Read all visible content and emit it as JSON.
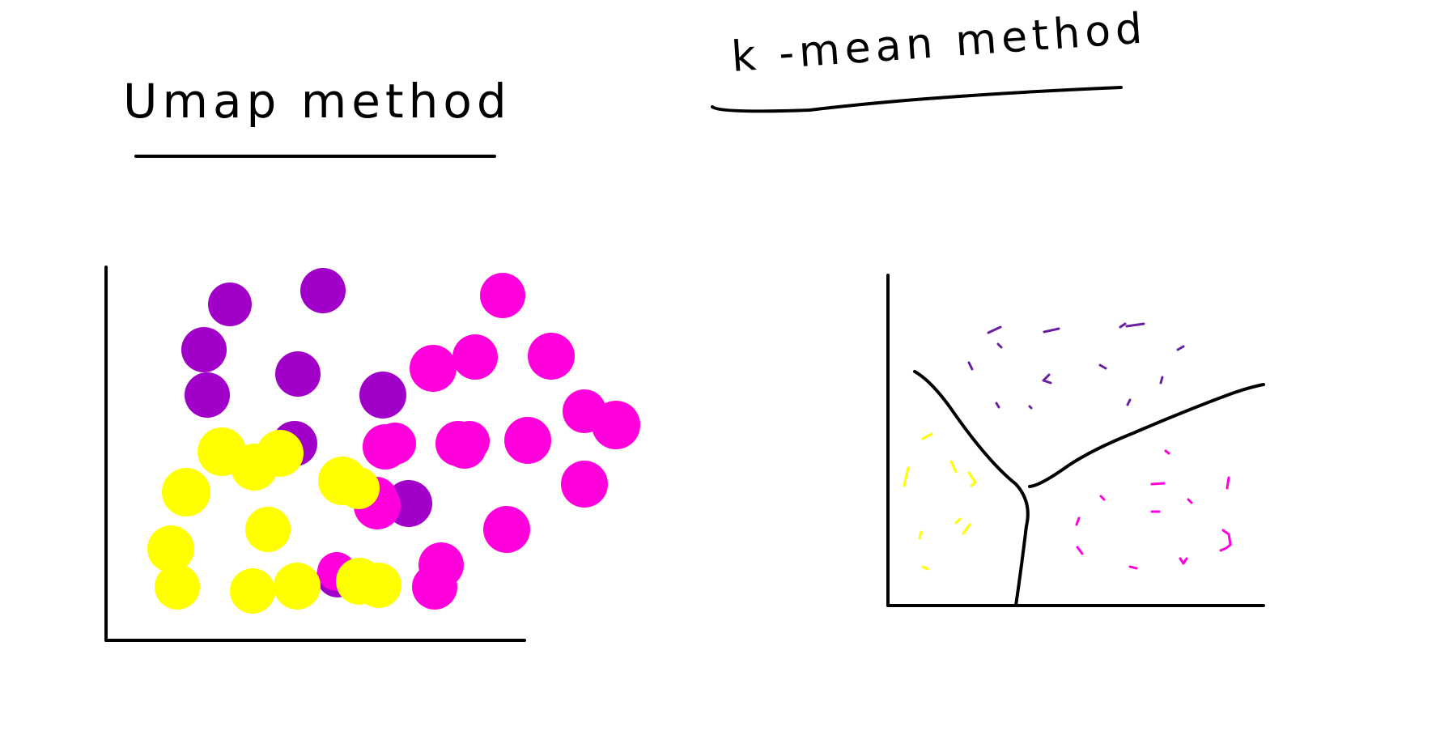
{
  "left_panel": {
    "title": "Umap method",
    "colors": {
      "purple": "#a000c8",
      "magenta": "#ff00dd",
      "yellow": "#ffff00"
    },
    "dot_counts": {
      "purple": 10,
      "magenta": 20,
      "yellow": 13
    }
  },
  "right_panel": {
    "title": "k -mean method",
    "colors": {
      "purple": "#6a1fa0",
      "magenta": "#ff00dd",
      "yellow": "#ffff00"
    },
    "regions": [
      "top",
      "left",
      "right"
    ]
  },
  "line_color": "#000000"
}
